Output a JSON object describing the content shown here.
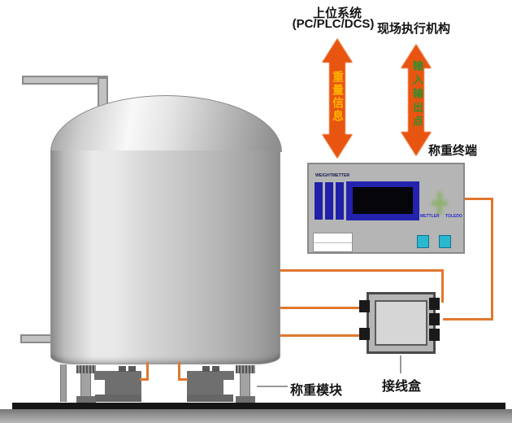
{
  "labels": {
    "host_system": "上位系统",
    "host_system_sub": "(PC/PLC/DCS)",
    "field_actuator": "现场执行机构",
    "weighing_terminal": "称重终端",
    "weighing_module": "称重模块",
    "junction_box": "接线盒"
  },
  "arrows": {
    "weight_info": "重量信息",
    "io_points": "输入输出点"
  },
  "terminal": {
    "brand": "WEIGHTMETTER",
    "logo_left": "METTLER",
    "logo_right": "TOLEDO"
  },
  "colors": {
    "arrow": "#e85510",
    "wire": "#e0772e",
    "weight_info_text": "#ffb400",
    "io_points_text": "#2f8f2f",
    "display_frame": "#2323ad",
    "display_screen": "#06060a",
    "button": "#28b8d0",
    "ground": "#161616"
  }
}
